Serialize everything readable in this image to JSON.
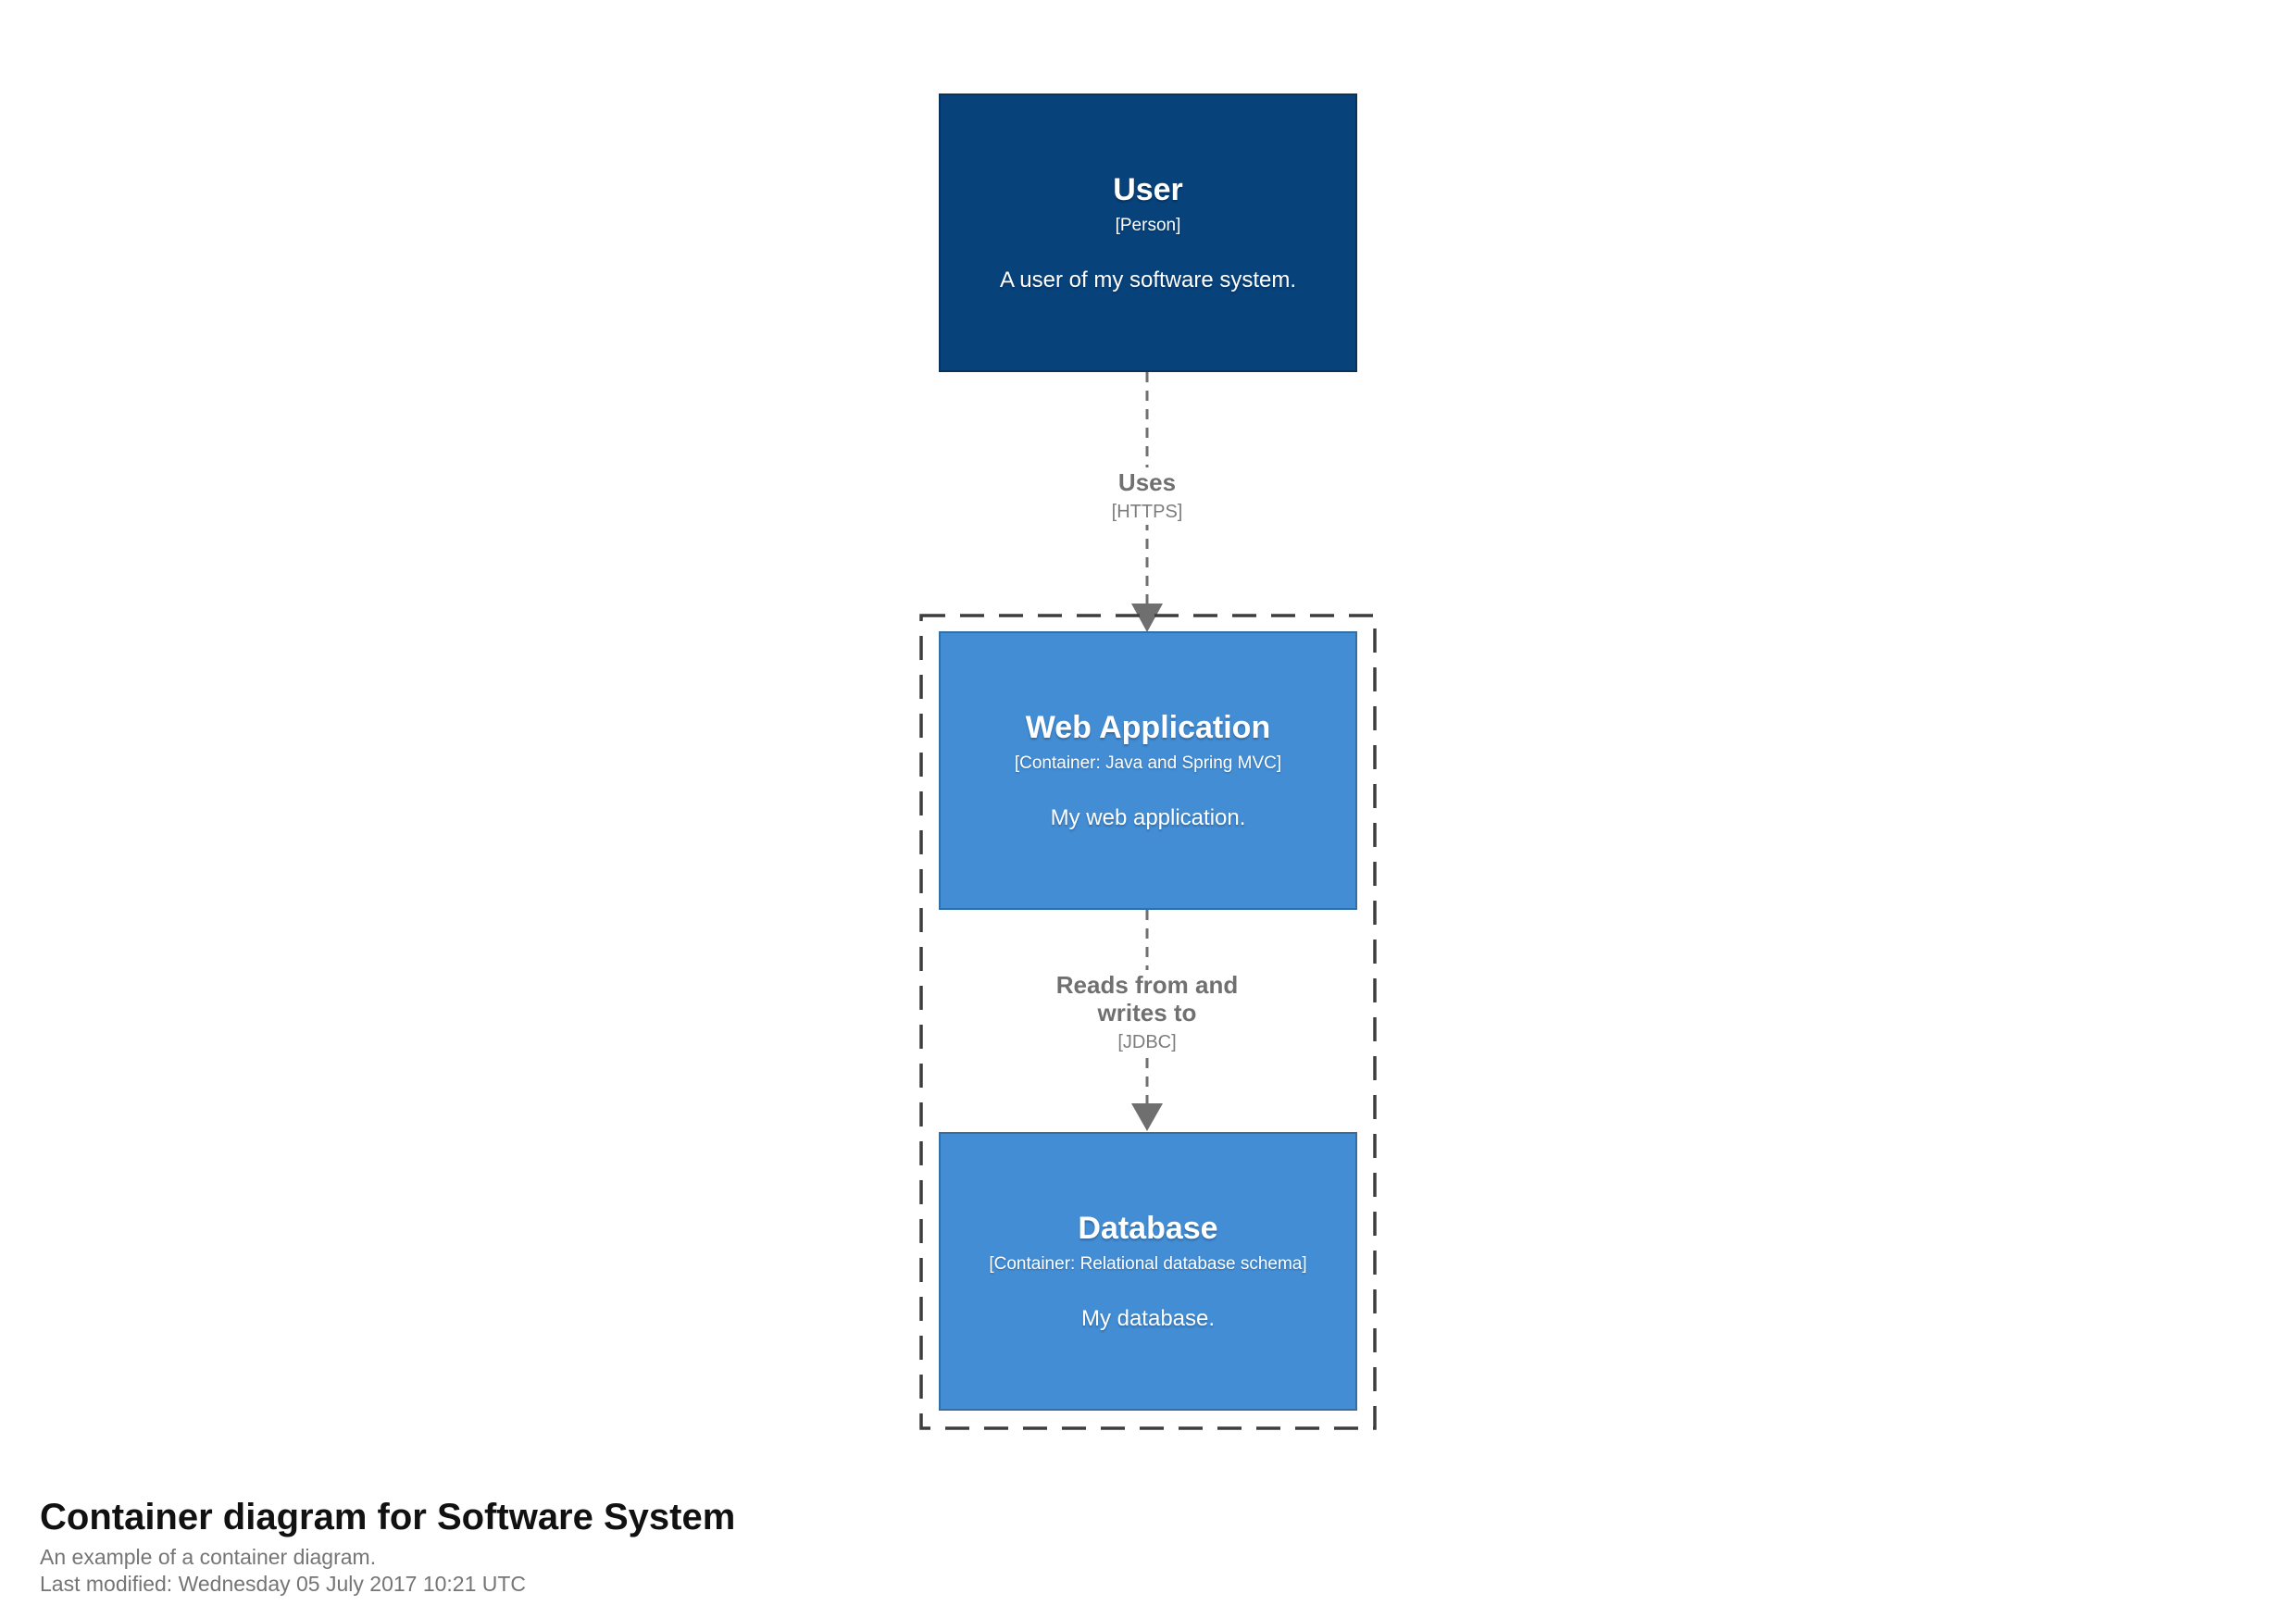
{
  "diagram": {
    "title": "Container diagram for Software System",
    "subtitle": "An example of a container diagram.",
    "last_modified": "Last modified: Wednesday 05 July 2017 10:21 UTC"
  },
  "nodes": {
    "user": {
      "name": "User",
      "meta": "[Person]",
      "description": "A user of my software system.",
      "fill": "#08427b"
    },
    "web_application": {
      "name": "Web Application",
      "meta": "[Container: Java and Spring MVC]",
      "description": "My web application.",
      "fill": "#438dd5"
    },
    "database": {
      "name": "Database",
      "meta": "[Container: Relational database schema]",
      "description": "My database.",
      "fill": "#438dd5"
    }
  },
  "relationships": {
    "uses": {
      "label": "Uses",
      "technology": "[HTTPS]"
    },
    "reads_writes": {
      "label": "Reads from and writes to",
      "technology": "[JDBC]"
    }
  },
  "colors": {
    "person_fill": "#08427b",
    "container_fill": "#438dd5",
    "relationship_gray": "#707070",
    "boundary_dash_gray": "#3d3d3d",
    "title_text": "#111111",
    "subtitle_text": "#757575",
    "background": "#ffffff"
  }
}
